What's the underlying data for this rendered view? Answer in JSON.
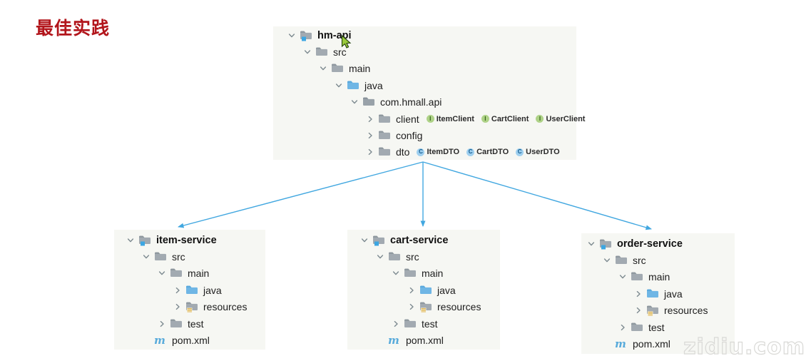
{
  "title": {
    "text": "最佳实践",
    "color": "#b2151b"
  },
  "watermark": {
    "text": "zidiu.com"
  },
  "colors": {
    "arrow": "#41a7e0",
    "title": "#b2151b",
    "panel_bg": "#f6f7f3",
    "folder_body": "#a2aab1",
    "folder_tab": "#8e979e",
    "java_folder_body": "#6fb6e5",
    "java_folder_tab": "#58a8dc",
    "project_square": "#3ca6e2",
    "resources_bars": "#e2b64e",
    "interface_badge_bg": "#aed287",
    "interface_badge_fg": "#2f5e12",
    "class_badge_bg": "#9ecfef",
    "class_badge_fg": "#135c8d",
    "maven": "#59abdb",
    "chevron": "#7d8a90"
  },
  "relations": {
    "from": "hm-api",
    "to": [
      "item-service",
      "cart-service",
      "order-service"
    ]
  },
  "trees": [
    {
      "id": "hm-api",
      "rows": [
        {
          "indent": 0,
          "chevron": "down",
          "icon": "project-folder",
          "label": "hm-api",
          "bold": true
        },
        {
          "indent": 1,
          "chevron": "down",
          "icon": "folder",
          "label": "src"
        },
        {
          "indent": 2,
          "chevron": "down",
          "icon": "folder",
          "label": "main"
        },
        {
          "indent": 3,
          "chevron": "down",
          "icon": "java-folder",
          "label": "java"
        },
        {
          "indent": 4,
          "chevron": "down",
          "icon": "package-folder",
          "label": "com.hmall.api"
        },
        {
          "indent": 5,
          "chevron": "right",
          "icon": "folder",
          "label": "client",
          "badges": [
            {
              "type": "interface",
              "label": "ItemClient"
            },
            {
              "type": "interface",
              "label": "CartClient"
            },
            {
              "type": "interface",
              "label": "UserClient"
            }
          ]
        },
        {
          "indent": 5,
          "chevron": "right",
          "icon": "folder",
          "label": "config"
        },
        {
          "indent": 5,
          "chevron": "right",
          "icon": "folder",
          "label": "dto",
          "badges": [
            {
              "type": "class",
              "label": "ItemDTO"
            },
            {
              "type": "class",
              "label": "CartDTO"
            },
            {
              "type": "class",
              "label": "UserDTO"
            }
          ]
        }
      ]
    },
    {
      "id": "item-service",
      "rows": [
        {
          "indent": 0,
          "chevron": "down",
          "icon": "project-folder",
          "label": "item-service",
          "bold": true
        },
        {
          "indent": 1,
          "chevron": "down",
          "icon": "folder",
          "label": "src"
        },
        {
          "indent": 2,
          "chevron": "down",
          "icon": "folder",
          "label": "main"
        },
        {
          "indent": 3,
          "chevron": "right",
          "icon": "java-folder",
          "label": "java"
        },
        {
          "indent": 3,
          "chevron": "right",
          "icon": "resources-folder",
          "label": "resources"
        },
        {
          "indent": 2,
          "chevron": "right",
          "icon": "folder",
          "label": "test"
        },
        {
          "indent": 1,
          "chevron": "none",
          "icon": "maven",
          "label": "pom.xml"
        }
      ]
    },
    {
      "id": "cart-service",
      "rows": [
        {
          "indent": 0,
          "chevron": "down",
          "icon": "project-folder",
          "label": "cart-service",
          "bold": true
        },
        {
          "indent": 1,
          "chevron": "down",
          "icon": "folder",
          "label": "src"
        },
        {
          "indent": 2,
          "chevron": "down",
          "icon": "folder",
          "label": "main"
        },
        {
          "indent": 3,
          "chevron": "right",
          "icon": "java-folder",
          "label": "java"
        },
        {
          "indent": 3,
          "chevron": "right",
          "icon": "resources-folder",
          "label": "resources"
        },
        {
          "indent": 2,
          "chevron": "right",
          "icon": "folder",
          "label": "test"
        },
        {
          "indent": 1,
          "chevron": "none",
          "icon": "maven",
          "label": "pom.xml"
        }
      ]
    },
    {
      "id": "order-service",
      "rows": [
        {
          "indent": 0,
          "chevron": "down",
          "icon": "project-folder",
          "label": "order-service",
          "bold": true
        },
        {
          "indent": 1,
          "chevron": "down",
          "icon": "folder",
          "label": "src"
        },
        {
          "indent": 2,
          "chevron": "down",
          "icon": "folder",
          "label": "main"
        },
        {
          "indent": 3,
          "chevron": "right",
          "icon": "java-folder",
          "label": "java"
        },
        {
          "indent": 3,
          "chevron": "right",
          "icon": "resources-folder",
          "label": "resources"
        },
        {
          "indent": 2,
          "chevron": "right",
          "icon": "folder",
          "label": "test"
        },
        {
          "indent": 1,
          "chevron": "none",
          "icon": "maven",
          "label": "pom.xml"
        }
      ]
    }
  ]
}
